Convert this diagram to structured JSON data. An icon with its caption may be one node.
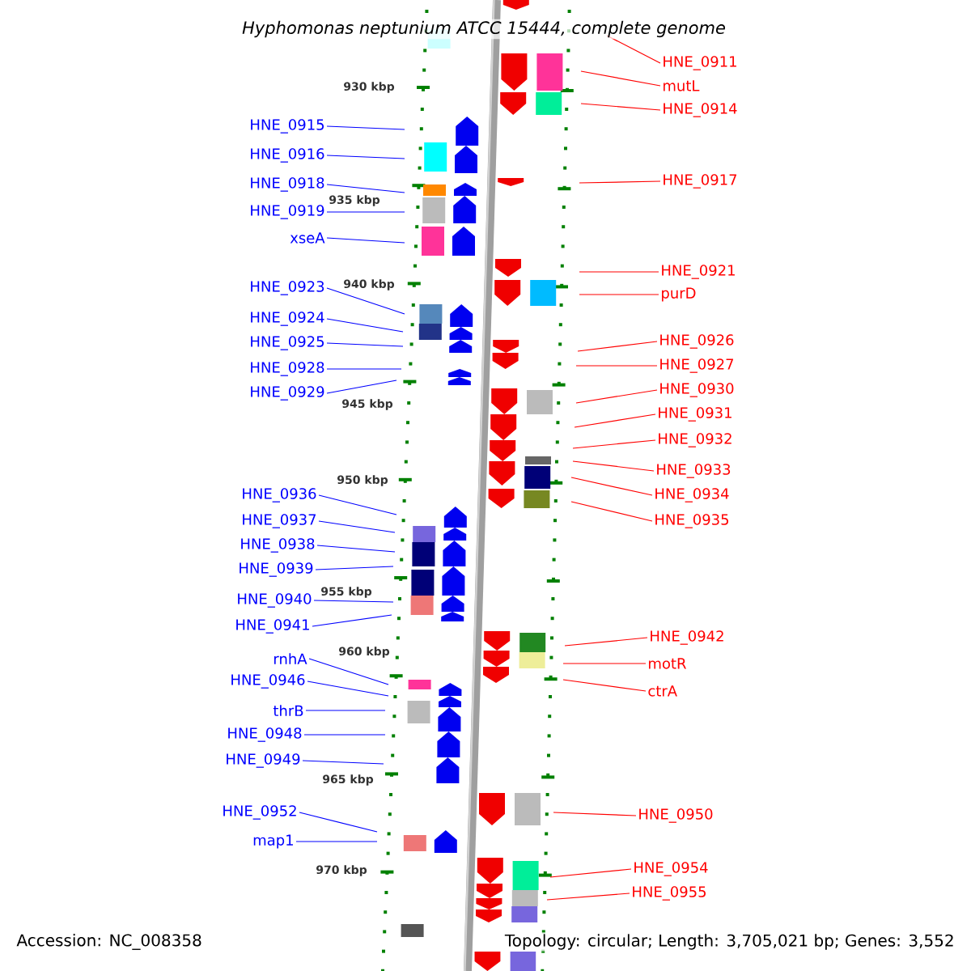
{
  "diagram": {
    "title": "*Hyphomonas neptunium* ATCC 15444, complete genome",
    "nodes": [
      {
        "text": [
          "HNE_0915"
        ]
      },
      {
        "text": [
          "HNE_0916"
        ]
      },
      {
        "text": [
          "HNE_0918"
        ]
      },
      {
        "text": [
          "HNE_0919"
        ]
      },
      {
        "text": [
          "xseA"
        ]
      },
      {
        "text": [
          "HNE_0923"
        ]
      },
      {
        "text": [
          "HNE_0924"
        ]
      },
      {
        "text": [
          "HNE_0925"
        ]
      },
      {
        "text": [
          "HNE_0928"
        ]
      },
      {
        "text": [
          "HNE_0929"
        ]
      },
      {
        "text": [
          "HNE_0936"
        ]
      },
      {
        "text": [
          "HNE_0937"
        ]
      },
      {
        "text": [
          "HNE_0938"
        ]
      },
      {
        "text": [
          "HNE_0939"
        ]
      },
      {
        "text": [
          "HNE_0940"
        ]
      },
      {
        "text": [
          "HNE_0941"
        ]
      },
      {
        "text": [
          "rnhA"
        ]
      },
      {
        "text": [
          "HNE_0946"
        ]
      },
      {
        "text": [
          "thrB"
        ]
      },
      {
        "text": [
          "HNE_0948"
        ]
      },
      {
        "text": [
          "HNE_0949"
        ]
      },
      {
        "text": [
          "HNE_0952"
        ]
      },
      {
        "text": [
          "map1"
        ]
      },
      {
        "text": [
          "HNE_0911"
        ]
      },
      {
        "text": [
          "mutL"
        ]
      },
      {
        "text": [
          "HNE_0914"
        ]
      },
      {
        "text": [
          "HNE_0917"
        ]
      },
      {
        "text": [
          "HNE_0921"
        ]
      },
      {
        "text": [
          "purD"
        ]
      },
      {
        "text": [
          "HNE_0926"
        ]
      },
      {
        "text": [
          "HNE_0927"
        ]
      },
      {
        "text": [
          "HNE_0930"
        ]
      },
      {
        "text": [
          "HNE_0931"
        ]
      },
      {
        "text": [
          "HNE_0932"
        ]
      },
      {
        "text": [
          "HNE_0933"
        ]
      },
      {
        "text": [
          "HNE_0934"
        ]
      },
      {
        "text": [
          "HNE_0935"
        ]
      },
      {
        "text": [
          "HNE_0942"
        ]
      },
      {
        "text": [
          "motR"
        ]
      },
      {
        "text": [
          "ctrA"
        ]
      },
      {
        "text": [
          "HNE_0950"
        ]
      },
      {
        "text": [
          "HNE_0954"
        ]
      },
      {
        "text": [
          "HNE_0955"
        ]
      }
    ],
    "edges": [
      {
        "from": 0,
        "to": null,
        "arrow": "none"
      },
      {
        "from": 1,
        "to": null,
        "arrow": "none"
      },
      {
        "from": 2,
        "to": null,
        "arrow": "none"
      },
      {
        "from": 3,
        "to": null,
        "arrow": "none"
      },
      {
        "from": 4,
        "to": null,
        "arrow": "none"
      },
      {
        "from": 5,
        "to": null,
        "arrow": "none"
      },
      {
        "from": 6,
        "to": null,
        "arrow": "none"
      },
      {
        "from": 7,
        "to": null,
        "arrow": "none"
      },
      {
        "from": 8,
        "to": null,
        "arrow": "none"
      },
      {
        "from": 9,
        "to": null,
        "arrow": "none"
      },
      {
        "from": 10,
        "to": null,
        "arrow": "none"
      },
      {
        "from": 11,
        "to": null,
        "arrow": "none"
      },
      {
        "from": 12,
        "to": null,
        "arrow": "none"
      },
      {
        "from": 13,
        "to": null,
        "arrow": "none"
      },
      {
        "from": 14,
        "to": null,
        "arrow": "none"
      },
      {
        "from": 15,
        "to": null,
        "arrow": "none"
      },
      {
        "from": 16,
        "to": null,
        "arrow": "none"
      },
      {
        "from": 17,
        "to": null,
        "arrow": "none"
      },
      {
        "from": 18,
        "to": null,
        "arrow": "none"
      },
      {
        "from": 19,
        "to": null,
        "arrow": "none"
      },
      {
        "from": 20,
        "to": null,
        "arrow": "none"
      },
      {
        "from": 21,
        "to": null,
        "arrow": "none"
      },
      {
        "from": 22,
        "to": null,
        "arrow": "none"
      },
      {
        "from": 23,
        "to": null,
        "arrow": "none",
        "color": "#ff0000"
      },
      {
        "from": 24,
        "to": null,
        "arrow": "none",
        "color": "#ff0000"
      },
      {
        "from": 25,
        "to": null,
        "arrow": "none",
        "color": "#ff0000"
      },
      {
        "from": 26,
        "to": null,
        "arrow": "none",
        "color": "#ff0000"
      },
      {
        "from": 27,
        "to": null,
        "arrow": "none",
        "color": "#ff0000"
      },
      {
        "from": 28,
        "to": null,
        "arrow": "none",
        "color": "#ff0000"
      },
      {
        "from": 29,
        "to": null,
        "arrow": "none",
        "color": "#ff0000"
      },
      {
        "from": 30,
        "to": null,
        "arrow": "none",
        "color": "#ff0000"
      },
      {
        "from": 31,
        "to": null,
        "arrow": "none",
        "color": "#ff0000"
      },
      {
        "from": 32,
        "to": null,
        "arrow": "none",
        "color": "#ff0000"
      },
      {
        "from": 33,
        "to": null,
        "arrow": "none",
        "color": "#ff0000"
      },
      {
        "from": 34,
        "to": null,
        "arrow": "none",
        "color": "#ff0000"
      },
      {
        "from": 35,
        "to": null,
        "arrow": "none",
        "color": "#ff0000"
      },
      {
        "from": 36,
        "to": null,
        "arrow": "none",
        "color": "#ff0000"
      },
      {
        "from": 37,
        "to": null,
        "arrow": "none",
        "color": "#ff0000"
      },
      {
        "from": 38,
        "to": null,
        "arrow": "none",
        "color": "#ff0000"
      },
      {
        "from": 39,
        "to": null,
        "arrow": "none",
        "color": "#ff0000"
      },
      {
        "from": 40,
        "to": null,
        "arrow": "none",
        "color": "#ff0000"
      },
      {
        "from": 41,
        "to": null,
        "arrow": "none",
        "color": "#ff0000"
      },
      {
        "from": 42,
        "to": null,
        "arrow": "none",
        "color": "#ff0000"
      }
    ],
    "labels": [
      "930 kbp",
      "935 kbp",
      "940 kbp",
      "945 kbp",
      "950 kbp",
      "955 kbp",
      "960 kbp",
      "965 kbp",
      "970 kbp",
      "Accession: NC_008358",
      "Topology: circular; Length: 3,705,021 bp; Genes: 3,552"
    ]
  }
}
